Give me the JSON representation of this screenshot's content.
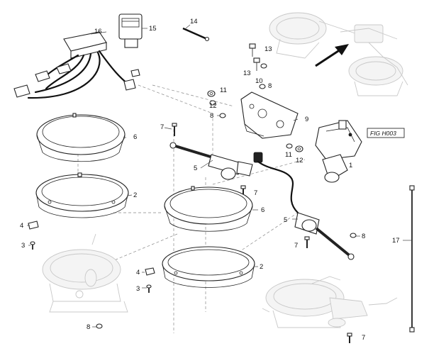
{
  "figure_tag": "FIG H003",
  "callouts": {
    "c1": "1",
    "c2a": "2",
    "c2b": "2",
    "c3a": "3",
    "c3b": "3",
    "c4a": "4",
    "c4b": "4",
    "c5a": "5",
    "c5b": "5",
    "c6a": "6",
    "c6b": "6",
    "c7a": "7",
    "c7b": "7",
    "c7c": "7",
    "c7d": "7",
    "c8a": "8",
    "c8b": "8",
    "c8c": "8",
    "c8d": "8",
    "c9": "9",
    "c10": "10",
    "c11a": "11",
    "c11b": "11",
    "c12a": "12",
    "c12b": "12",
    "c13a": "13",
    "c13b": "13",
    "c14": "14",
    "c15": "15",
    "c16": "16",
    "c17": "17"
  },
  "colors": {
    "line": "#222222",
    "ghost": "#c8c8c8",
    "background": "#ffffff"
  },
  "icons": {
    "direction_arrow": "arrow-right-up-icon"
  }
}
